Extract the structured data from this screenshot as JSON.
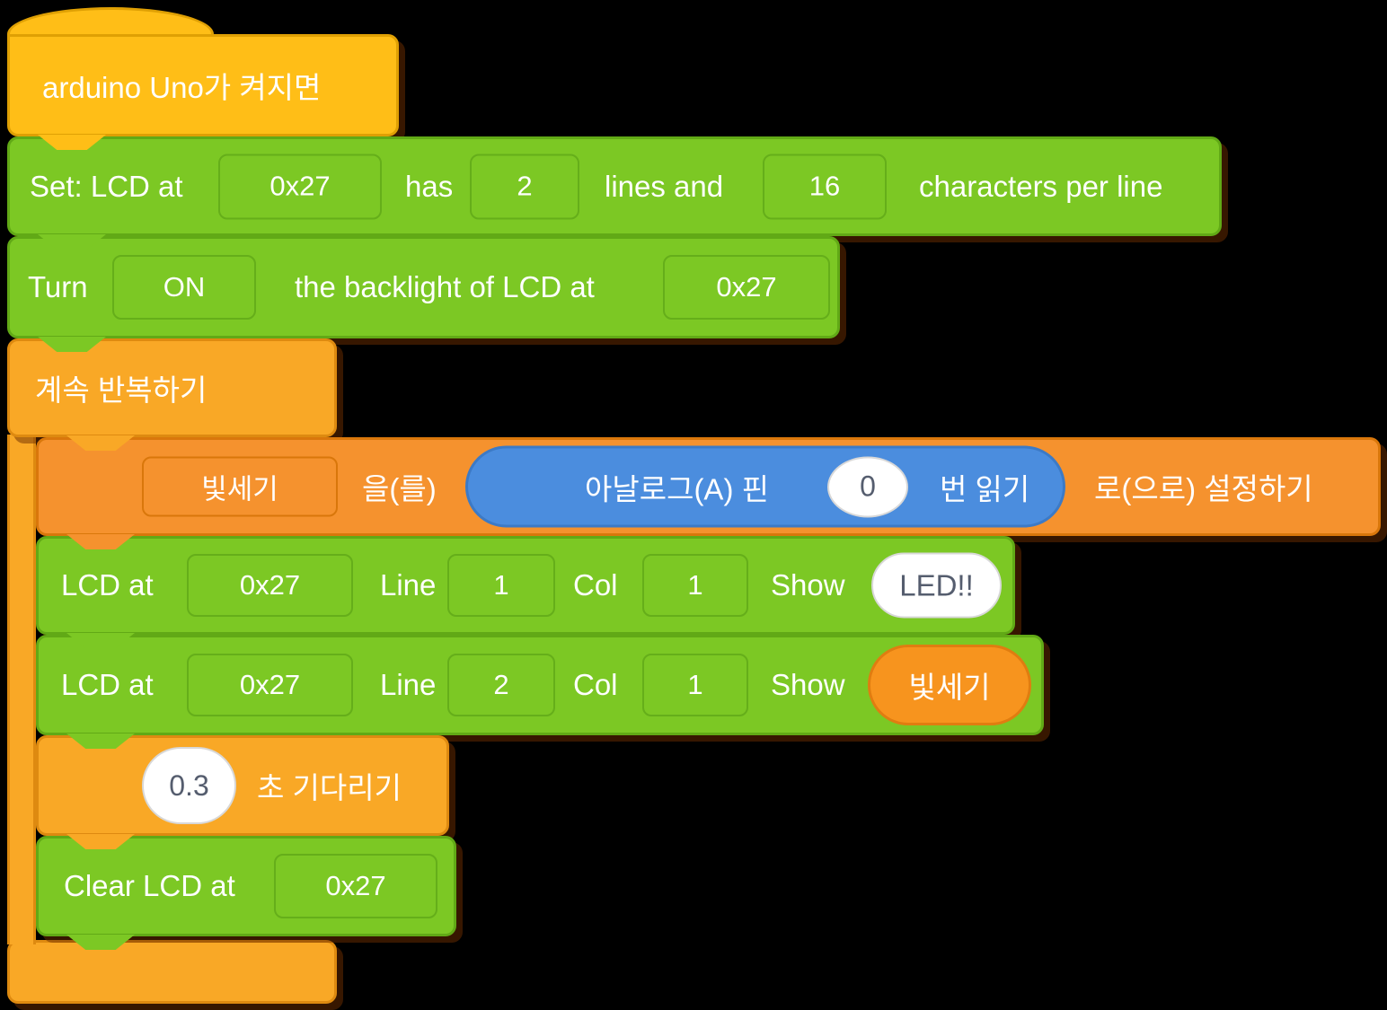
{
  "colors": {
    "background": "#000000",
    "event_hat": "#FFBE17",
    "control_amber": "#F9A826",
    "variable_orange": "#F5922E",
    "display_green": "#7CC824",
    "sensor_blue": "#4B8DDE",
    "oval_text": "#555D6E"
  },
  "blocks": {
    "hat": {
      "label": "arduino Uno가 켜지면"
    },
    "set_lcd": {
      "prefix": "Set: LCD at",
      "address": "0x27",
      "has_label": "has",
      "lines_value": "2",
      "lines_label": "lines and",
      "chars_value": "16",
      "suffix": "characters per line"
    },
    "backlight": {
      "prefix": "Turn",
      "state": "ON",
      "middle": "the backlight of LCD at",
      "address": "0x27"
    },
    "forever": {
      "label": "계속 반복하기"
    },
    "set_variable": {
      "variable": "빛세기",
      "particle": "을(를)",
      "suffix": "로(으로) 설정하기",
      "reporter": {
        "prefix": "아날로그(A) 핀",
        "pin": "0",
        "suffix": "번 읽기"
      }
    },
    "lcd_show_1": {
      "prefix": "LCD at",
      "address": "0x27",
      "line_label": "Line",
      "line_value": "1",
      "col_label": "Col",
      "col_value": "1",
      "show_label": "Show",
      "value": "LED!!"
    },
    "lcd_show_2": {
      "prefix": "LCD at",
      "address": "0x27",
      "line_label": "Line",
      "line_value": "2",
      "col_label": "Col",
      "col_value": "1",
      "show_label": "Show",
      "value": "빛세기"
    },
    "wait": {
      "seconds": "0.3",
      "suffix": "초 기다리기"
    },
    "clear_lcd": {
      "prefix": "Clear LCD at",
      "address": "0x27"
    }
  }
}
